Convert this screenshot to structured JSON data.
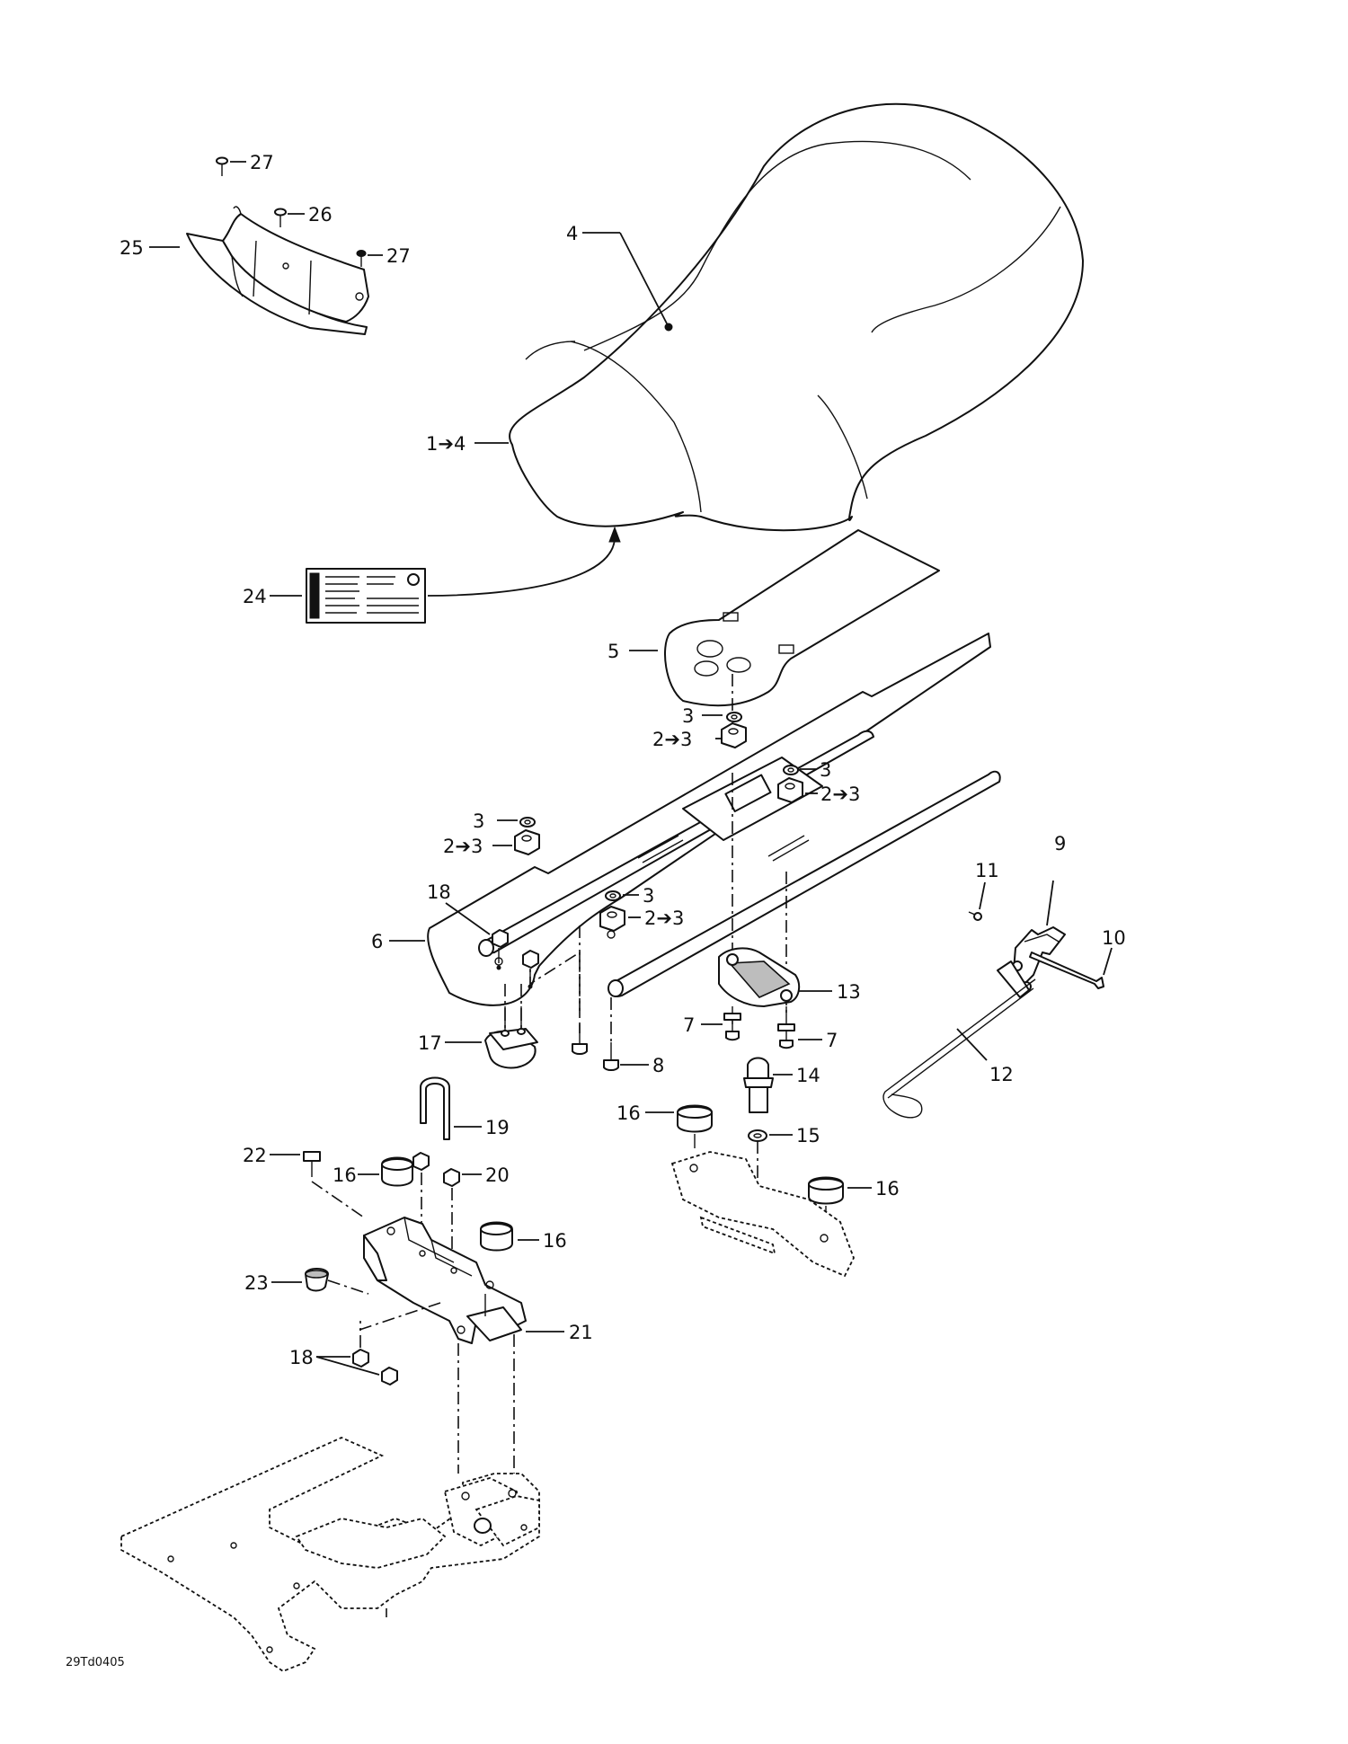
{
  "drawing_number": "29Td0405",
  "callouts": {
    "c27a": "27",
    "c26": "26",
    "c27b": "27",
    "c25": "25",
    "c4": "4",
    "c1to4": "1➔4",
    "c24": "24",
    "c5": "5",
    "c3a": "3",
    "c2to3a": "2➔3",
    "c3b": "3",
    "c2to3b": "2➔3",
    "c3c": "3",
    "c2to3c": "2➔3",
    "c3d": "3",
    "c2to3d": "2➔3",
    "c18a": "18",
    "c6": "6",
    "c11": "11",
    "c9": "9",
    "c10": "10",
    "c13": "13",
    "c7a": "7",
    "c7b": "7",
    "c17": "17",
    "c8": "8",
    "c12": "12",
    "c14": "14",
    "c16a": "16",
    "c15": "15",
    "c19": "19",
    "c22": "22",
    "c16b": "16",
    "c20": "20",
    "c16c": "16",
    "c16d": "16",
    "c23": "23",
    "c21": "21",
    "c18b": "18"
  }
}
